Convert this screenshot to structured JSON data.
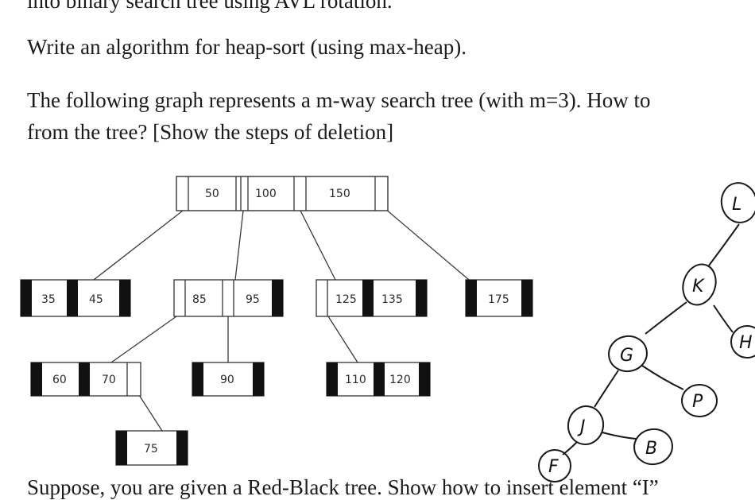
{
  "text": {
    "line0": "into binary search tree using AVL rotation.",
    "line1": "Write an algorithm for heap-sort (using max-heap).",
    "line2": "The following graph represents a m-way search tree (with m=3). How to",
    "line3": "from the tree? [Show the steps of deletion]",
    "line4": "Suppose, you are given a Red-Black tree. Show how to insert element “I”"
  },
  "mway_tree": {
    "root": [
      "50",
      "100",
      "150"
    ],
    "level1": [
      [
        "35",
        "45"
      ],
      [
        "85",
        "95"
      ],
      [
        "125",
        "135"
      ],
      [
        "175"
      ]
    ],
    "level2": [
      [
        "60",
        "70"
      ],
      [
        "90"
      ],
      [
        "110",
        "120"
      ]
    ],
    "level3": [
      [
        "75"
      ]
    ]
  },
  "rb_tree": {
    "nodes": [
      "L",
      "K",
      "H",
      "G",
      "P",
      "J",
      "B",
      "F"
    ]
  },
  "colors": {
    "ink": "#1b1b1b",
    "bar": "#111111",
    "line": "#3a3a3a"
  }
}
